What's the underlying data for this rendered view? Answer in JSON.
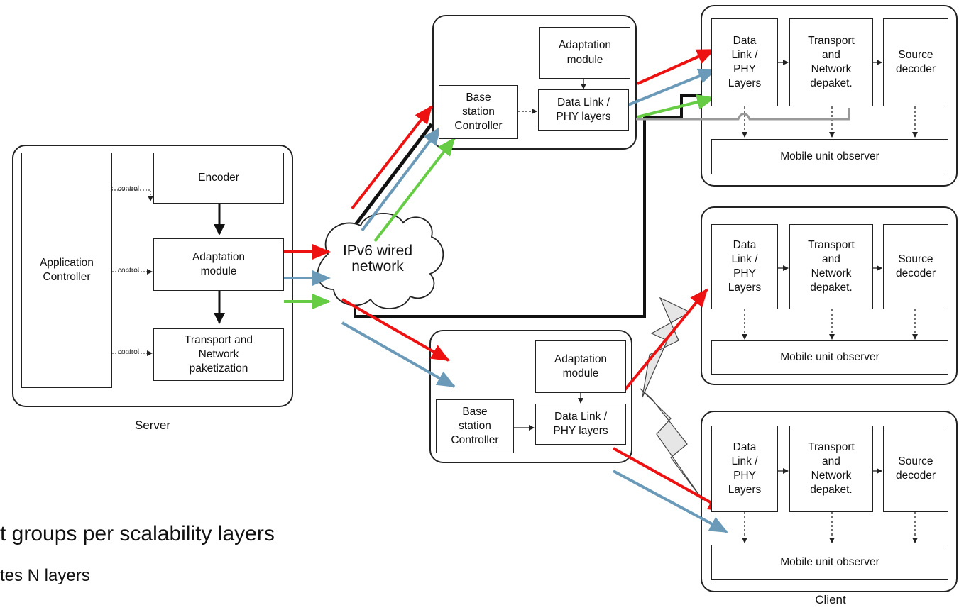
{
  "server": {
    "caption": "Server",
    "app_controller": "Application\nController",
    "encoder": "Encoder",
    "adaptation": "Adaptation\nmodule",
    "transport": "Transport and\nNetwork\npaketization",
    "control_labels": [
      "control",
      "control",
      "control"
    ]
  },
  "network": {
    "label": "IPv6 wired\nnetwork"
  },
  "base_station_top": {
    "adaptation": "Adaptation\nmodule",
    "controller": "Base\nstation\nController",
    "datalink": "Data Link /\nPHY layers"
  },
  "base_station_bottom": {
    "adaptation": "Adaptation\nmodule",
    "controller": "Base\nstation\nController",
    "datalink": "Data Link /\nPHY layers"
  },
  "clients": [
    {
      "datalink": "Data\nLink /\nPHY\nLayers",
      "transport": "Transport\nand\nNetwork\ndepaket.",
      "decoder": "Source\ndecoder",
      "observer": "Mobile unit observer"
    },
    {
      "datalink": "Data\nLink /\nPHY\nLayers",
      "transport": "Transport\nand\nNetwork\ndepaket.",
      "decoder": "Source\ndecoder",
      "observer": "Mobile unit observer"
    },
    {
      "datalink": "Data\nLink /\nPHY\nLayers",
      "transport": "Transport\nand\nNetwork\ndepaket.",
      "decoder": "Source\ndecoder",
      "observer": "Mobile unit observer"
    }
  ],
  "client_caption": "Client",
  "slide_text": {
    "line1": "t groups per scalability layers",
    "line2": "tes N layers"
  },
  "colors": {
    "layer1": "#ee1111",
    "layer2": "#6a9ab8",
    "layer3": "#66cc44",
    "outline": "#222222"
  }
}
